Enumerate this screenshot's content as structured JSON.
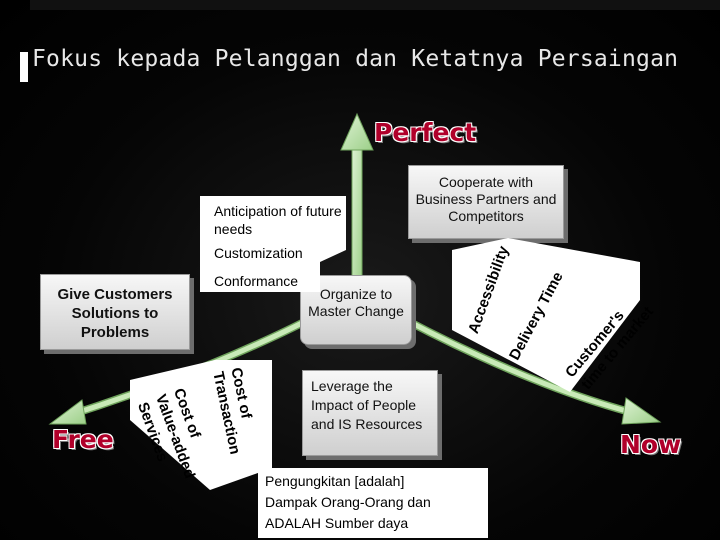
{
  "title": "Fokus kepada Pelanggan dan Ketatnya Persaingan",
  "labels": {
    "perfect": "Perfect",
    "free": "Free",
    "now": "Now"
  },
  "boxes": {
    "cooperate": "Cooperate with Business Partners and Competitors",
    "give_customers": "Give Customers Solutions to Problems",
    "organize": "Organize to Master Change",
    "leverage": "Leverage the Impact of People and IS Resources"
  },
  "notes": {
    "anticipation": "Anticipation of future needs",
    "customization": "Customization",
    "conformance": "Conformance",
    "pengungkitan_1": "Pengungkitan [adalah]",
    "pengungkitan_2": "Dampak Orang-Orang dan",
    "pengungkitan_3": "ADALAH Sumber daya"
  },
  "rotated": {
    "accessibility": "Accessibility",
    "delivery_time": "Delivery Time",
    "customers_1": "Customer's",
    "customers_2": "time to market",
    "cost_trans_1": "Cost of",
    "cost_trans_2": "Transaction",
    "cost_value_1": "Cost of",
    "cost_value_2": "Value-added",
    "cost_value_3": "Services"
  },
  "colors": {
    "arrow_fill": "#b9e3a8",
    "arrow_edge": "#6fa35c",
    "label_red": "#b0002a"
  }
}
